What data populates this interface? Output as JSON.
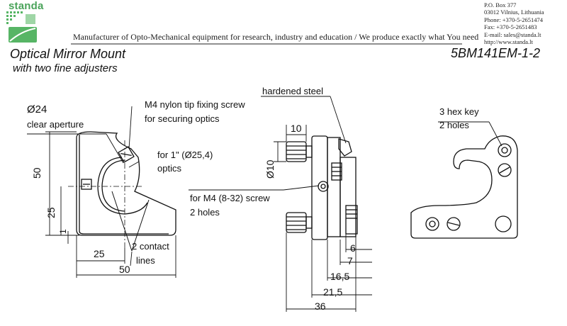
{
  "header": {
    "logo_text": "standa",
    "tagline": "Manufacturer of Opto-Mechanical equipment for research, industry and education / We produce exactly what You need",
    "contact": [
      "P.O. Box 377",
      "03012 Vilnius, Lithuania",
      "Phone: +370-5-2651474",
      "Fax: +370-5-2651483",
      "E-mail: sales@standa.lt",
      "http://www.standa.lt"
    ]
  },
  "title": {
    "line1": "Optical Mirror Mount",
    "line2": "with two fine adjusters",
    "model": "5BM141EM-1-2"
  },
  "front_view": {
    "aperture_diameter": "Ø24",
    "aperture_label": "clear aperture",
    "screw_note_1": "M4 nylon tip fixing screw",
    "screw_note_2": "for securing optics",
    "optics_note_1": "for 1\" (Ø25,4)",
    "optics_note_2": "optics",
    "contact_note_1": "2 contact",
    "contact_note_2": "lines",
    "dim_height": "50",
    "dim_center_height": "25",
    "dim_small": "1",
    "dim_center_width": "25",
    "dim_width": "50"
  },
  "side_view": {
    "steel_note": "hardened steel",
    "dim_knob": "10",
    "dim_knob_dia": "Ø10",
    "mount_note_1": "for M4 (8-32) screw",
    "mount_note_2": "2 holes",
    "dim_6": "6",
    "dim_7": "7",
    "dim_16_5": "16,5",
    "dim_21_5": "21,5",
    "dim_36": "36"
  },
  "back_view": {
    "hex_note_1": "3 hex key",
    "hex_note_2": "2 holes"
  },
  "colors": {
    "logo_green": "#4aa35a",
    "line": "#111111"
  }
}
